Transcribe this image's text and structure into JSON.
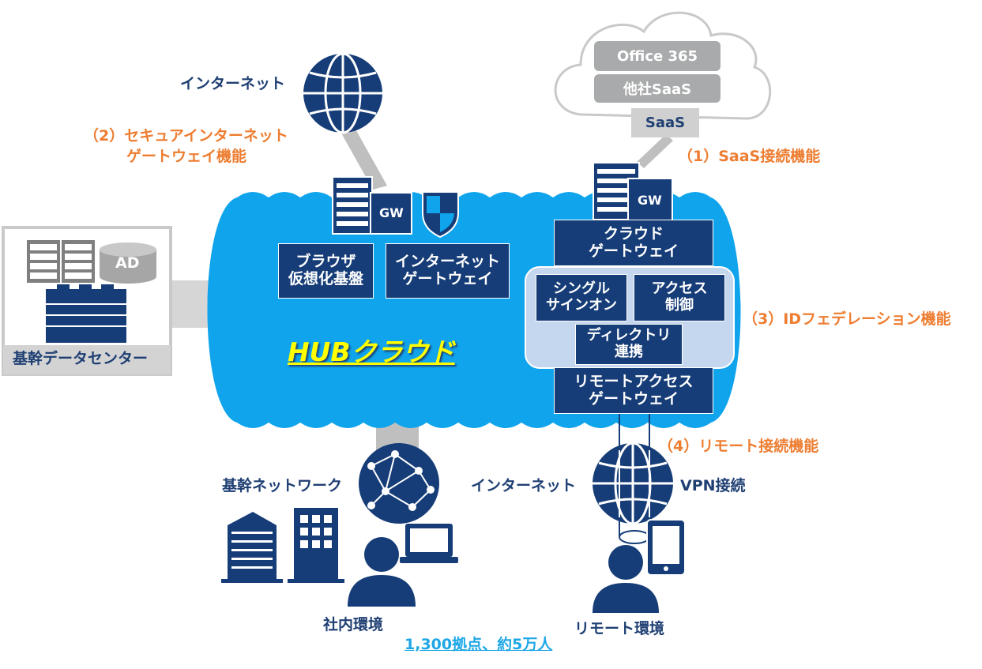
{
  "labels": {
    "internet_top": "インターネット",
    "feature2_line1": "（2）セキュアインターネット",
    "feature2_line2": "ゲートウェイ機能",
    "feature1": "（1）SaaS接続機能",
    "feature3": "（3）IDフェデレーション機能",
    "feature4": "（4）リモート接続機能",
    "backbone_network": "基幹ネットワーク",
    "internet_bottom": "インターネット",
    "vpn": "VPN接続",
    "office_env": "社内環境",
    "remote_env": "リモート環境",
    "scale": "1,300拠点、約5万人"
  },
  "saas": {
    "office365": "Office 365",
    "other_saas": "他社SaaS",
    "label": "SaaS"
  },
  "datacenter": {
    "ad": "AD",
    "label": "基幹データセンター"
  },
  "hub": {
    "title": "HUBクラウド",
    "gw_left": "GW",
    "gw_right": "GW",
    "browser_line1": "ブラウザ",
    "browser_line2": "仮想化基盤",
    "internet_gw_line1": "インターネット",
    "internet_gw_line2": "ゲートウェイ",
    "cloud_gw_line1": "クラウド",
    "cloud_gw_line2": "ゲートウェイ",
    "sso_line1": "シングル",
    "sso_line2": "サインオン",
    "access_line1": "アクセス",
    "access_line2": "制御",
    "directory_line1": "ディレクトリ",
    "directory_line2": "連携",
    "remote_gw_line1": "リモートアクセス",
    "remote_gw_line2": "ゲートウェイ"
  },
  "colors": {
    "navy": "#163d78",
    "cloud_blue": "#0fa4ec",
    "orange": "#ed7d31",
    "hub_title": "#ffff00",
    "id_panel": "#c5d7ee"
  }
}
